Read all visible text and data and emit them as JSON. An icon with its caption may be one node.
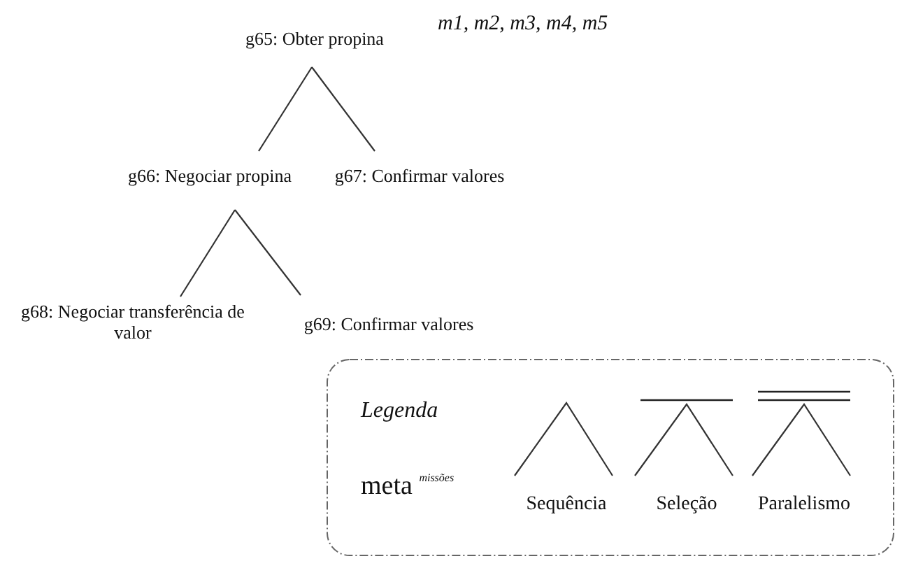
{
  "diagram": {
    "nodes": [
      {
        "text": [
          "g65: Obter propina"
        ]
      },
      {
        "text": [
          "g66: Negociar propina"
        ]
      },
      {
        "text": [
          "g67: Confirmar valores"
        ]
      },
      {
        "text": [
          "g68: Negociar transferência de valor"
        ]
      },
      {
        "text": [
          "g69: Confirmar valores"
        ]
      }
    ],
    "edges": [
      {
        "from": 0,
        "to": 1,
        "arrow": "none"
      },
      {
        "from": 0,
        "to": 2,
        "arrow": "none"
      },
      {
        "from": 1,
        "to": 3,
        "arrow": "none"
      },
      {
        "from": 1,
        "to": 4,
        "arrow": "none"
      }
    ],
    "labels": [
      "m1, m2, m3, m4, m5",
      "Legenda",
      "meta $^{missões}$"
    ],
    "legend": [
      {
        "text": "Sequência"
      },
      {
        "text": "Seleção"
      },
      {
        "text": "Paralelismo"
      }
    ]
  }
}
